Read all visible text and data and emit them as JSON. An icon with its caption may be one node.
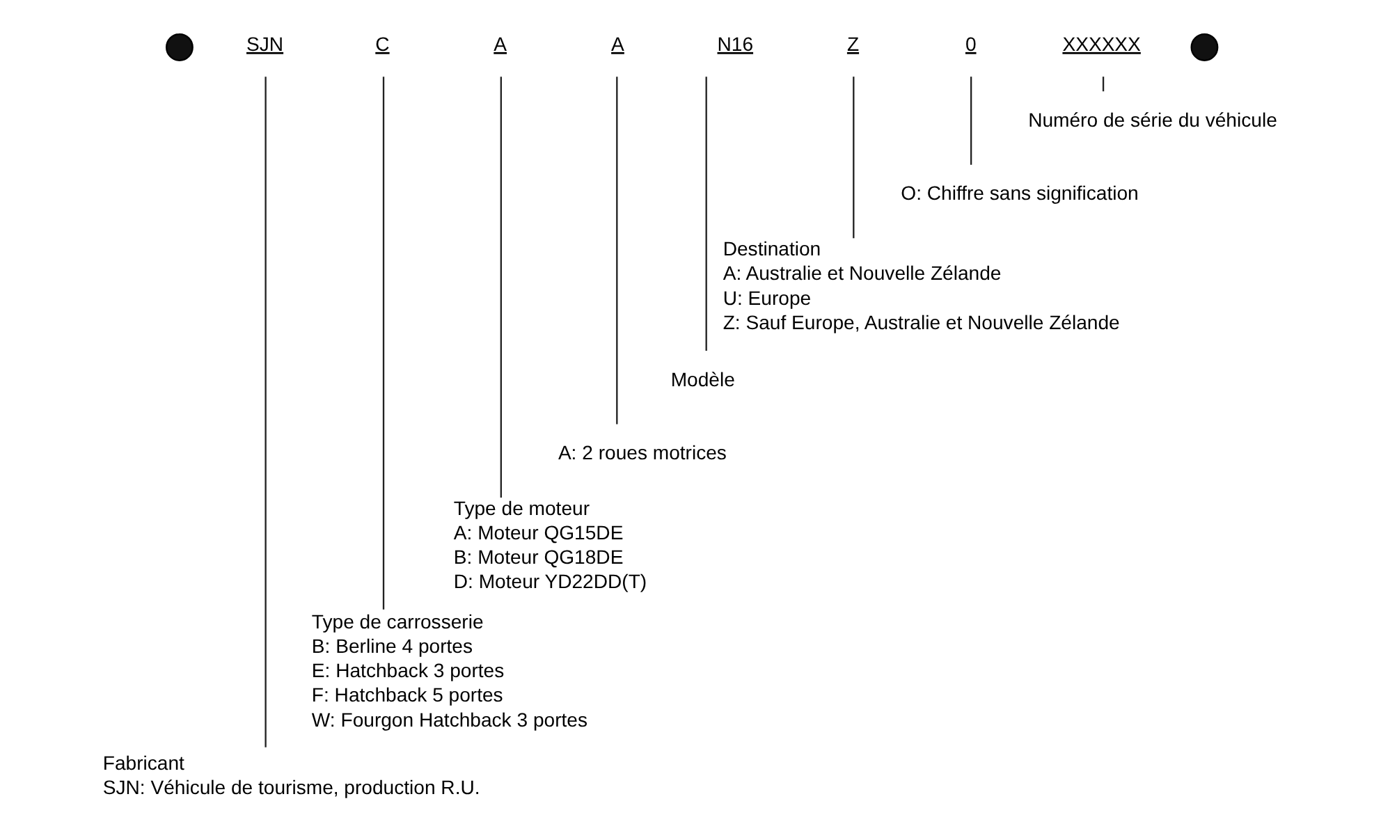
{
  "diagram": {
    "nodes": [
      {
        "text": [],
        "shape": "circle"
      },
      {
        "text": [
          "SJN"
        ]
      },
      {
        "text": [
          "C"
        ]
      },
      {
        "text": [
          "A"
        ]
      },
      {
        "text": [
          "A"
        ]
      },
      {
        "text": [
          "N16"
        ]
      },
      {
        "text": [
          "Z"
        ]
      },
      {
        "text": [
          "0"
        ]
      },
      {
        "text": [
          "XXXXXX"
        ]
      },
      {
        "text": [],
        "shape": "circle"
      },
      {
        "text": [
          "Numéro de série du véhicule"
        ]
      },
      {
        "text": [
          "O: Chiffre sans signification"
        ]
      },
      {
        "text": [
          "Destination",
          "A: Australie et Nouvelle Zélande",
          "U: Europe",
          "Z: Sauf Europe, Australie et Nouvelle Zélande"
        ]
      },
      {
        "text": [
          "Modèle"
        ]
      },
      {
        "text": [
          "A: 2 roues motrices"
        ]
      },
      {
        "text": [
          "Type de moteur",
          "A: Moteur QG15DE",
          "B: Moteur QG18DE",
          "D: Moteur YD22DD(T)"
        ]
      },
      {
        "text": [
          "Type de carrosserie",
          "B: Berline 4 portes",
          "E: Hatchback 3 portes",
          "F: Hatchback 5 portes",
          "W: Fourgon Hatchback 3 portes"
        ]
      },
      {
        "text": [
          "Fabricant",
          "SJN: Véhicule de tourisme, production R.U."
        ]
      }
    ],
    "edges": [
      {
        "from": 8,
        "to": 10,
        "arrow": "none"
      },
      {
        "from": 7,
        "to": 11,
        "arrow": "none"
      },
      {
        "from": 6,
        "to": 12,
        "arrow": "none"
      },
      {
        "from": 5,
        "to": 13,
        "arrow": "none"
      },
      {
        "from": 4,
        "to": 14,
        "arrow": "none"
      },
      {
        "from": 3,
        "to": 15,
        "arrow": "none"
      },
      {
        "from": 2,
        "to": 16,
        "arrow": "none"
      },
      {
        "from": 1,
        "to": 17,
        "arrow": "none"
      }
    ]
  }
}
